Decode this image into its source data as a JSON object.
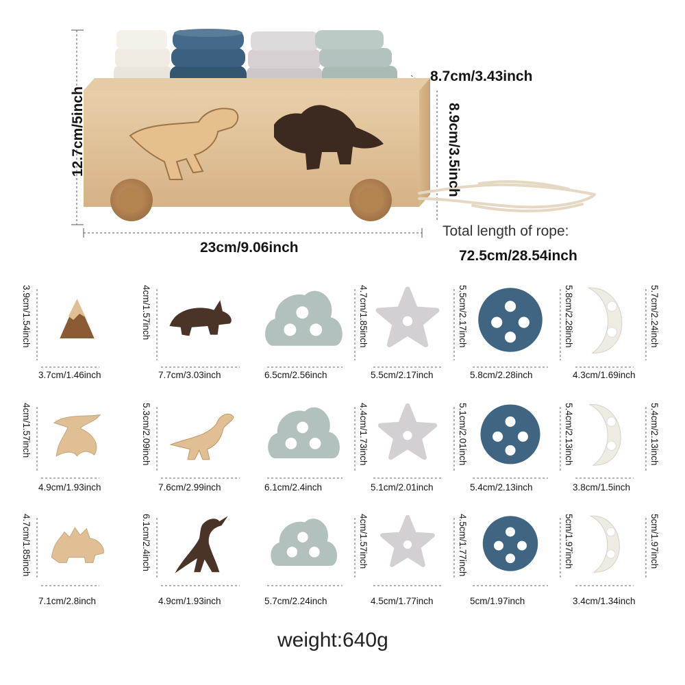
{
  "box": {
    "height_label": "12.7cm/5inch",
    "width_label": "23cm/9.06inch",
    "depth_label": "8.7cm/3.43inch",
    "inner_height_label": "8.9cm/3.5inch",
    "rope_title": "Total length of rope:",
    "rope_length": "72.5cm/28.54inch"
  },
  "colors": {
    "wood_light": "#dfbf93",
    "wood_mid": "#c99c6a",
    "walnut": "#4a3427",
    "cream": "#eeebe3",
    "blue": "#3f6583",
    "grey": "#d4cfd2",
    "sage": "#b2c1bd"
  },
  "pieces": [
    {
      "name": "mountain",
      "shape": "mountain",
      "color": "wood_light",
      "w": "3.7cm/1.46inch",
      "h": "3.9cm/1.54inch"
    },
    {
      "name": "walnut-triceratops",
      "shape": "triceratops",
      "color": "walnut",
      "w": "7.7cm/3.03inch",
      "h": "4cm/1.57inch"
    },
    {
      "name": "cloud-large",
      "shape": "cloud",
      "color": "sage",
      "w": "6.5cm/2.56inch",
      "h": "4.7cm/1.85inch"
    },
    {
      "name": "star-large",
      "shape": "star",
      "color": "grey",
      "w": "5.5cm/2.17inch",
      "h": "5.5cm/2.17inch"
    },
    {
      "name": "circle-large",
      "shape": "circle",
      "color": "blue",
      "w": "5.8cm/2.28inch",
      "h": "5.8cm/2.28inch"
    },
    {
      "name": "moon-large",
      "shape": "moon",
      "color": "cream",
      "w": "4.3cm/1.69inch",
      "h": "5.7cm/2.24inch"
    },
    {
      "name": "pterodactyl",
      "shape": "ptero",
      "color": "wood_light",
      "w": "4.9cm/1.93inch",
      "h": "4cm/1.57inch"
    },
    {
      "name": "trex",
      "shape": "trex",
      "color": "wood_light",
      "w": "7.6cm/2.99inch",
      "h": "5.3cm/2.09inch"
    },
    {
      "name": "cloud-medium",
      "shape": "cloud",
      "color": "sage",
      "w": "6.1cm/2.4inch",
      "h": "4.4cm/1.73inch"
    },
    {
      "name": "star-medium",
      "shape": "star",
      "color": "grey",
      "w": "5.1cm/2.01inch",
      "h": "5.1cm/2.01inch"
    },
    {
      "name": "circle-medium",
      "shape": "circle",
      "color": "blue",
      "w": "5.4cm/2.13inch",
      "h": "5.4cm/2.13inch"
    },
    {
      "name": "moon-medium",
      "shape": "moon",
      "color": "cream",
      "w": "3.8cm/1.5inch",
      "h": "5.4cm/2.13inch"
    },
    {
      "name": "stegosaurus",
      "shape": "stego",
      "color": "wood_light",
      "w": "7.1cm/2.8inch",
      "h": "4.7cm/1.85inch"
    },
    {
      "name": "walnut-parasaurolophus",
      "shape": "parasaur",
      "color": "walnut",
      "w": "4.9cm/1.93inch",
      "h": "6.1cm/2.4inch"
    },
    {
      "name": "cloud-small",
      "shape": "cloud",
      "color": "sage",
      "w": "5.7cm/2.24inch",
      "h": "4cm/1.57inch"
    },
    {
      "name": "star-small",
      "shape": "star",
      "color": "grey",
      "w": "4.5cm/1.77inch",
      "h": "4.5cm/1.77inch"
    },
    {
      "name": "circle-small",
      "shape": "circle",
      "color": "blue",
      "w": "5cm/1.97inch",
      "h": "5cm/1.97inch"
    },
    {
      "name": "moon-small",
      "shape": "moon",
      "color": "cream",
      "w": "3.4cm/1.34inch",
      "h": "5cm/1.97inch"
    }
  ],
  "weight": "weight:640g"
}
